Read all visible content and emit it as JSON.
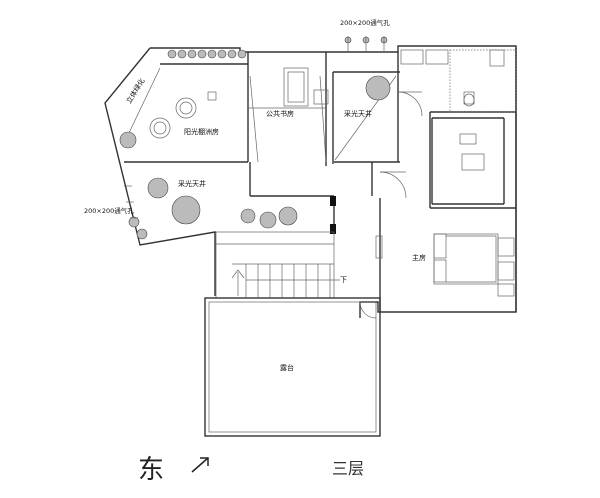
{
  "title": "三层",
  "direction": {
    "label": "东",
    "arrow_icon": "arrow-up-right-icon"
  },
  "rooms": {
    "sunroom": "阳光棚洲房",
    "public_study": "公共书房",
    "courtyard_right": "采光天井",
    "courtyard_left": "采光天井",
    "master_bedroom": "主房",
    "terrace": "露台",
    "vertical_garden": "立体绿化"
  },
  "vent_top": "200×200通气孔",
  "vent_left": "200×200通气孔",
  "stair_down": "下",
  "colors": {
    "line": "#333333",
    "plant": "#555555"
  }
}
